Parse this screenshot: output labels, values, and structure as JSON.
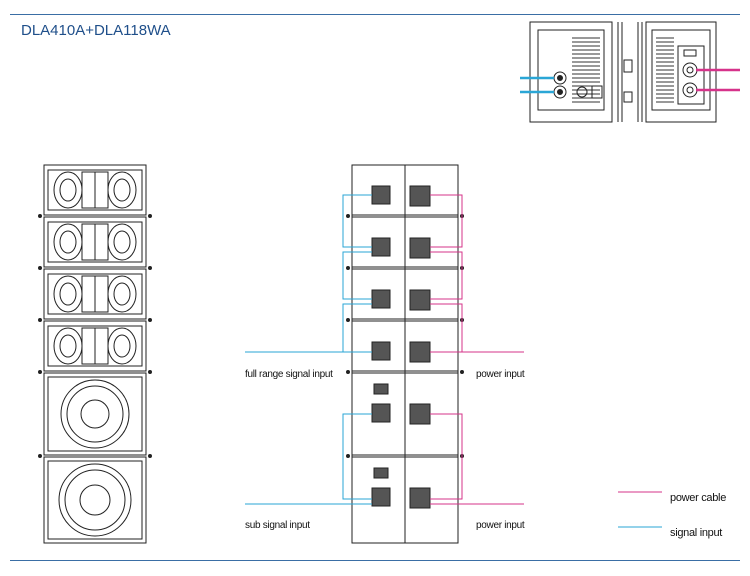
{
  "title": "DLA410A+DLA118WA",
  "labels": {
    "full_range_signal": "full range signal input",
    "power_input_top": "power input",
    "sub_signal": "sub signal input",
    "power_input_bottom": "power input"
  },
  "legend": {
    "power_cable": "power cable",
    "signal_input": "signal input"
  },
  "colors": {
    "rule": "#3a6ea5",
    "title": "#1f4f8a",
    "signal": "#2aa6d6",
    "power": "#d6338a"
  }
}
